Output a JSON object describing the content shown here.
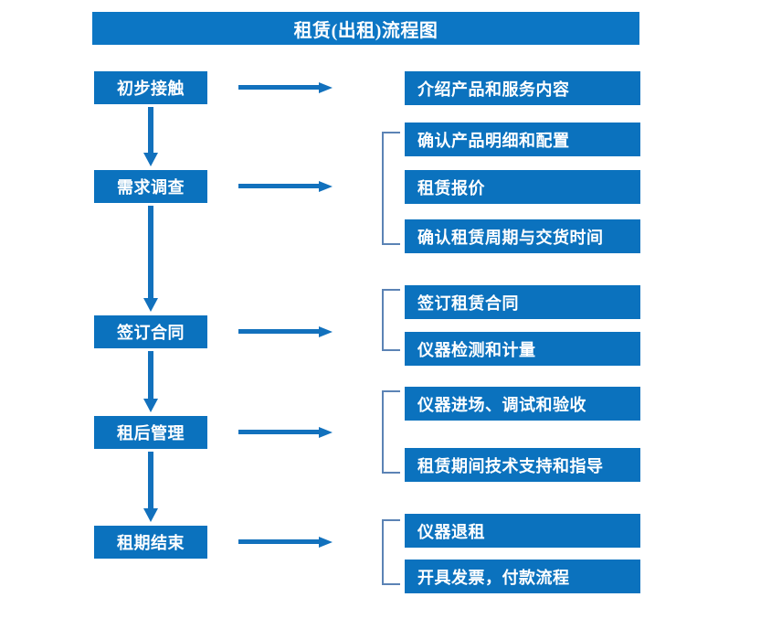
{
  "title": "租赁(出租)流程图",
  "colors": {
    "title_bar": "#0c76c4",
    "box": "#0b72be",
    "arrow": "#1271bd",
    "bracket": "#5b83b5",
    "text": "#ffffff",
    "background": "#ffffff"
  },
  "stages": [
    {
      "label": "初步接触"
    },
    {
      "label": "需求调查"
    },
    {
      "label": "签订合同"
    },
    {
      "label": "租后管理"
    },
    {
      "label": "租期结束"
    }
  ],
  "details": [
    {
      "label": "介绍产品和服务内容"
    },
    {
      "label": "确认产品明细和配置"
    },
    {
      "label": "租赁报价"
    },
    {
      "label": "确认租赁周期与交货时间"
    },
    {
      "label": "签订租赁合同"
    },
    {
      "label": "仪器检测和计量"
    },
    {
      "label": "仪器进场、调试和验收"
    },
    {
      "label": "租赁期间技术支持和指导"
    },
    {
      "label": "仪器退租"
    },
    {
      "label": "开具发票，付款流程"
    }
  ],
  "icons": {
    "down_arrow": "down-arrow-icon",
    "right_arrow": "right-arrow-icon",
    "bracket": "group-bracket-icon"
  }
}
